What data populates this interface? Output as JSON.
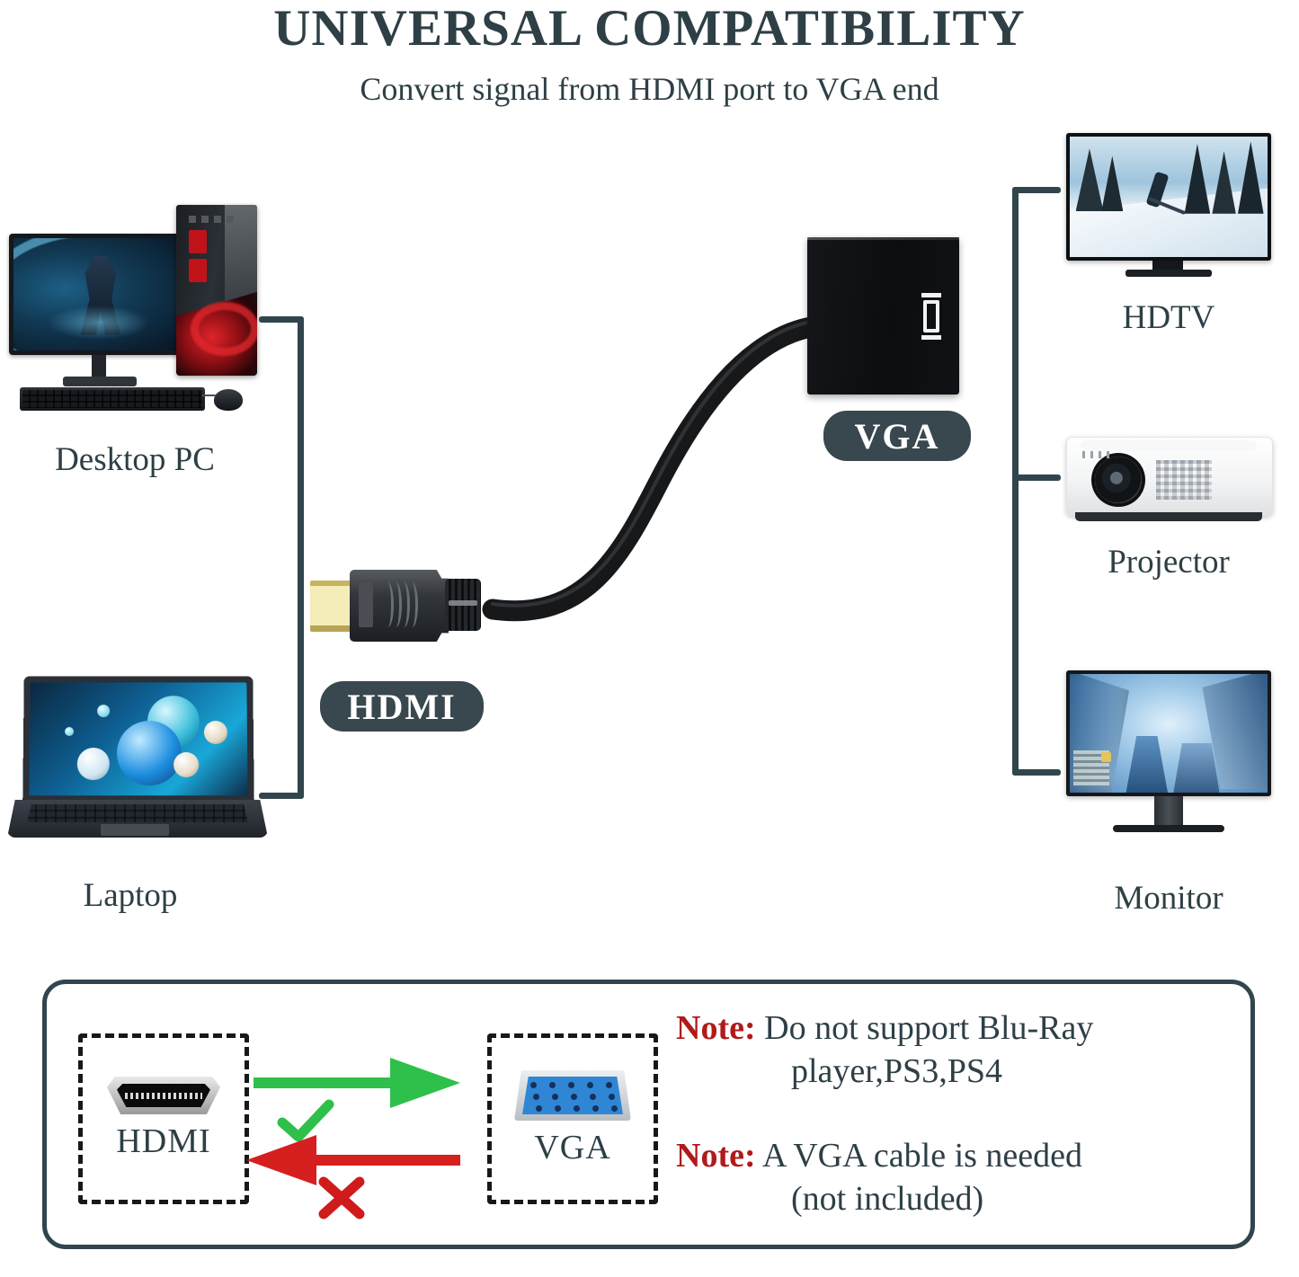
{
  "header": {
    "title": "UNIVERSAL COMPATIBILITY",
    "subtitle": "Convert signal from HDMI port to VGA end"
  },
  "theme": {
    "ink": "#2e3f46",
    "bracket": "#31454c",
    "badge_bg": "#39474e",
    "badge_text": "#ffffff",
    "note_red": "#b01a1a",
    "arrow_green": "#2ec04a",
    "arrow_red": "#d61f1f",
    "vga_blue": "#2f86d4",
    "panel_border": "#31454c"
  },
  "sources": [
    {
      "label": "Desktop PC",
      "icon": "desktop-computer-icon"
    },
    {
      "label": "Laptop",
      "icon": "laptop-icon"
    }
  ],
  "destinations": [
    {
      "label": "HDTV",
      "icon": "television-icon"
    },
    {
      "label": "Projector",
      "icon": "projector-icon"
    },
    {
      "label": "Monitor",
      "icon": "monitor-icon"
    }
  ],
  "connector_badges": {
    "input": "HDMI",
    "output": "VGA"
  },
  "adapter": {
    "port_icon": "vga-port-icon"
  },
  "note_panel": {
    "direction_diagram": {
      "from_label": "HDMI",
      "to_label": "VGA",
      "supported_direction": "HDMI to VGA",
      "supported_mark": "check-mark",
      "unsupported_direction": "VGA to HDMI",
      "unsupported_mark": "cross-mark",
      "from_port_icon": "hdmi-female-port-icon",
      "to_port_icon": "vga-female-port-icon",
      "vga_pin_count": 15
    },
    "notes": [
      {
        "key": "Note:",
        "line1": "Do not support Blu-Ray",
        "line2": "player,PS3,PS4"
      },
      {
        "key": "Note:",
        "line1": "A VGA cable is needed",
        "line2": "(not included)"
      }
    ]
  }
}
